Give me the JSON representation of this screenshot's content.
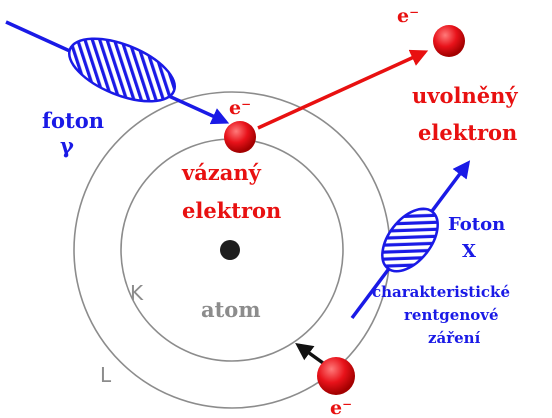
{
  "labels": {
    "foton_gamma_1": "foton",
    "foton_gamma_2": "γ",
    "e_bound": "e⁻",
    "e_free": "e⁻",
    "e_bottom": "e⁻",
    "uvolneny_1": "uvolněný",
    "uvolneny_2": "elektron",
    "vazany_1": "vázaný",
    "vazany_2": "elektron",
    "foton_x_1": "Foton",
    "foton_x_2": "X",
    "char_1": "charakteristické",
    "char_2": "rentgenové",
    "char_3": "záření",
    "atom": "atom",
    "shell_k": "K",
    "shell_l": "L"
  },
  "colors": {
    "blue": "#1a1ae6",
    "red": "#e81010",
    "electron_fill": "#e8121a",
    "nucleus": "#1e1e1e",
    "orbit": "#8c8c8c",
    "gray_text": "#8c8c8c"
  }
}
